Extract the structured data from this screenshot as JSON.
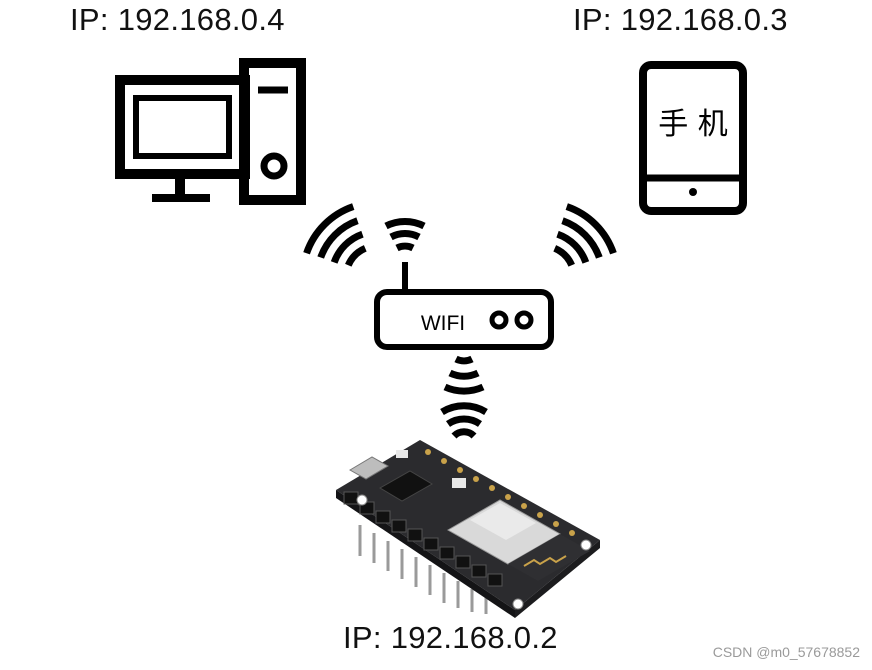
{
  "devices": {
    "pc": {
      "ip": "IP: 192.168.0.4",
      "icon": "desktop-computer-icon"
    },
    "phone": {
      "ip": "IP: 192.168.0.3",
      "label": "手 机",
      "icon": "mobile-phone-icon"
    },
    "router": {
      "label": "WIFI",
      "icon": "wifi-router-icon"
    },
    "board": {
      "ip": "IP: 192.168.0.2",
      "icon": "esp8266-nodemcu-board-icon"
    }
  },
  "watermark": "CSDN @m0_57678852"
}
